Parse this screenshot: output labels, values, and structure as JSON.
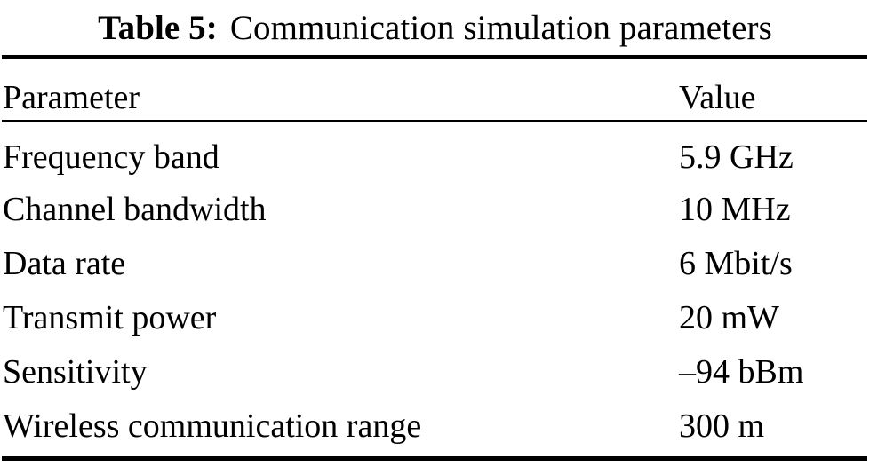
{
  "caption": {
    "label": "Table 5:",
    "text": "Communication simulation parameters"
  },
  "table": {
    "columns": [
      "Parameter",
      "Value"
    ],
    "rows": [
      {
        "parameter": "Frequency band",
        "value": "5.9 GHz"
      },
      {
        "parameter": "Channel bandwidth",
        "value": "10 MHz"
      },
      {
        "parameter": "Data rate",
        "value": "6 Mbit/s"
      },
      {
        "parameter": "Transmit power",
        "value": "20 mW"
      },
      {
        "parameter": "Sensitivity",
        "value": "–94 bBm"
      },
      {
        "parameter": "Wireless communication range",
        "value": "300 m"
      }
    ]
  },
  "style": {
    "text_color": "#000000",
    "background": "#ffffff",
    "rule_color": "#000000"
  }
}
